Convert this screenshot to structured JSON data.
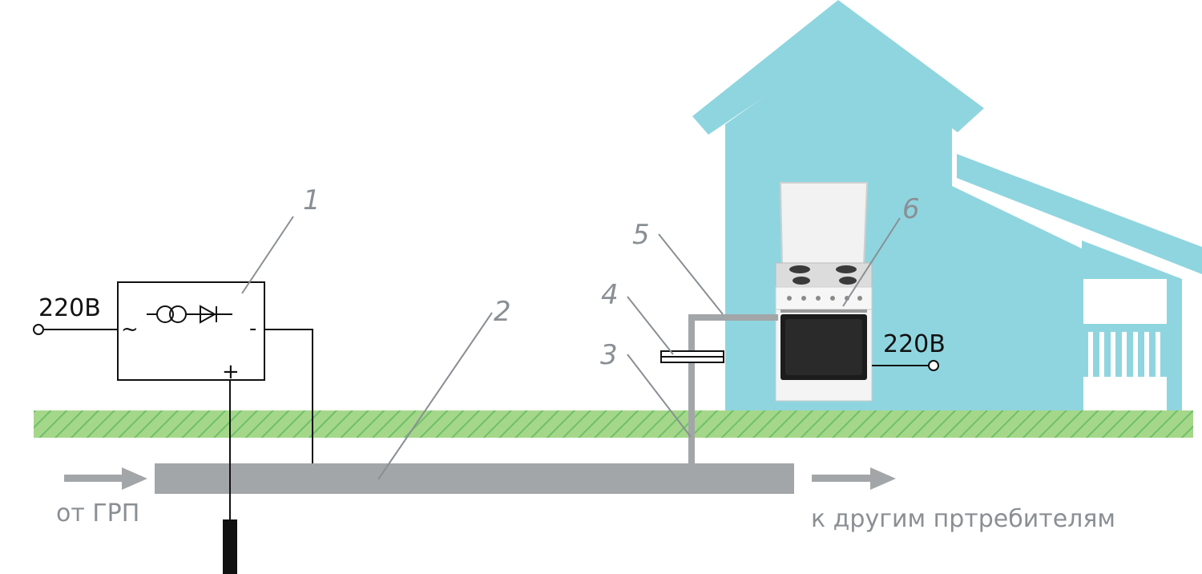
{
  "labels": {
    "voltage_left": "220В",
    "voltage_right": "220В",
    "from_grp": "от ГРП",
    "to_consumers": "к другим пртребителям"
  },
  "callouts": {
    "n1": "1",
    "n2": "2",
    "n3": "3",
    "n4": "4",
    "n5": "5",
    "n6": "6"
  },
  "symbols": {
    "ac": "~",
    "minus": "-",
    "plus": "+"
  },
  "colors": {
    "house": "#8fd5df",
    "ground": "#a5d78a",
    "ground_hatch": "#6fc06a",
    "pipe": "#a3a6a8",
    "wire": "#111111",
    "leader": "#8a8f94"
  }
}
